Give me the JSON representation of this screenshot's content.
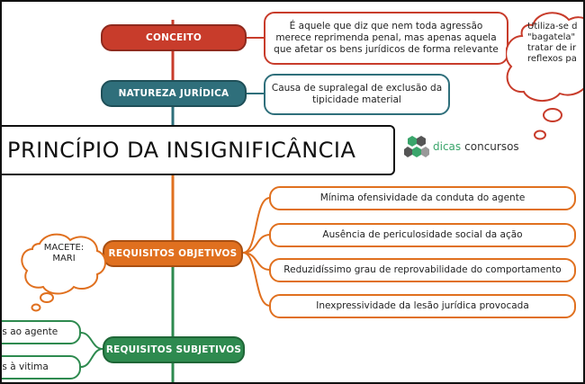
{
  "title": "PRINCÍPIO DA INSIGNIFICÂNCIA",
  "brand": {
    "part1": "dicas",
    "part2": "concursos",
    "icon": "cube-cluster-icon"
  },
  "colors": {
    "red": "#c83c2b",
    "teal": "#2f6f7b",
    "orange": "#e0701f",
    "green": "#2e8a4f"
  },
  "nodes": {
    "conceito": {
      "label": "CONCEITO",
      "note": "É aquele que diz que nem toda agressão merece reprimenda penal, mas apenas aquela que afetar os bens jurídicos de forma relevante"
    },
    "natureza": {
      "label": "NATUREZA JURÍDICA",
      "note": "Causa de supralegal de exclusão da tipicidade material"
    },
    "objetivos": {
      "label": "REQUISITOS OBJETIVOS",
      "items": [
        "Mínima ofensividade da conduta do agente",
        "Ausência de periculosidade social da ação",
        "Reduzidíssimo grau de reprovabilidade do comportamento",
        "Inexpressividade da lesão jurídica provocada"
      ]
    },
    "subjetivos": {
      "label": "REQUISITOS SUBJETIVOS",
      "items": [
        "os ao agente",
        "os à vitima"
      ]
    }
  },
  "clouds": {
    "top_right": [
      "Utiliza-se d",
      "\"bagatela\"",
      "tratar de ir",
      "reflexos pa"
    ],
    "macete": [
      "MACETE:",
      "MARI"
    ]
  }
}
